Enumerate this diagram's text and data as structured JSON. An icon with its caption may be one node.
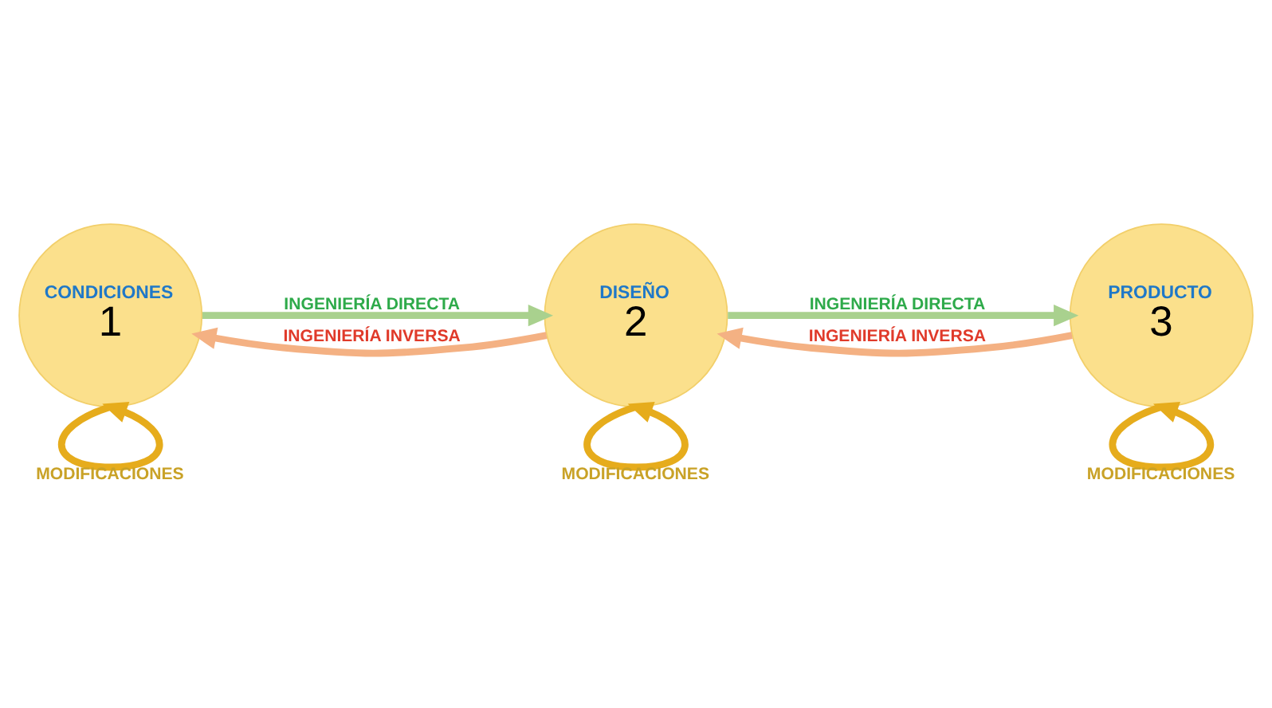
{
  "diagram": {
    "nodes": [
      {
        "text": [
          "CONDICIONES",
          "1"
        ]
      },
      {
        "text": [
          "DISEÑO",
          "2"
        ]
      },
      {
        "text": [
          "PRODUCTO",
          "3"
        ]
      }
    ],
    "edges": [
      {
        "from": 0,
        "to": 1,
        "arrow": "to",
        "label": "INGENIERÍA DIRECTA",
        "color": "#a9d18e"
      },
      {
        "from": 1,
        "to": 2,
        "arrow": "to",
        "label": "INGENIERÍA DIRECTA",
        "color": "#a9d18e"
      },
      {
        "from": 1,
        "to": 0,
        "arrow": "to",
        "label": "INGENIERÍA INVERSA",
        "color": "#f4b183"
      },
      {
        "from": 2,
        "to": 1,
        "arrow": "to",
        "label": "INGENIERÍA INVERSA",
        "color": "#f4b183"
      },
      {
        "from": 0,
        "to": 0,
        "arrow": "to",
        "label": "MODIFICACIONES",
        "color": "#e6ac1c"
      },
      {
        "from": 1,
        "to": 1,
        "arrow": "to",
        "label": "MODIFICACIONES",
        "color": "#e6ac1c"
      },
      {
        "from": 2,
        "to": 2,
        "arrow": "to",
        "label": "MODIFICACIONES",
        "color": "#e6ac1c"
      }
    ]
  }
}
